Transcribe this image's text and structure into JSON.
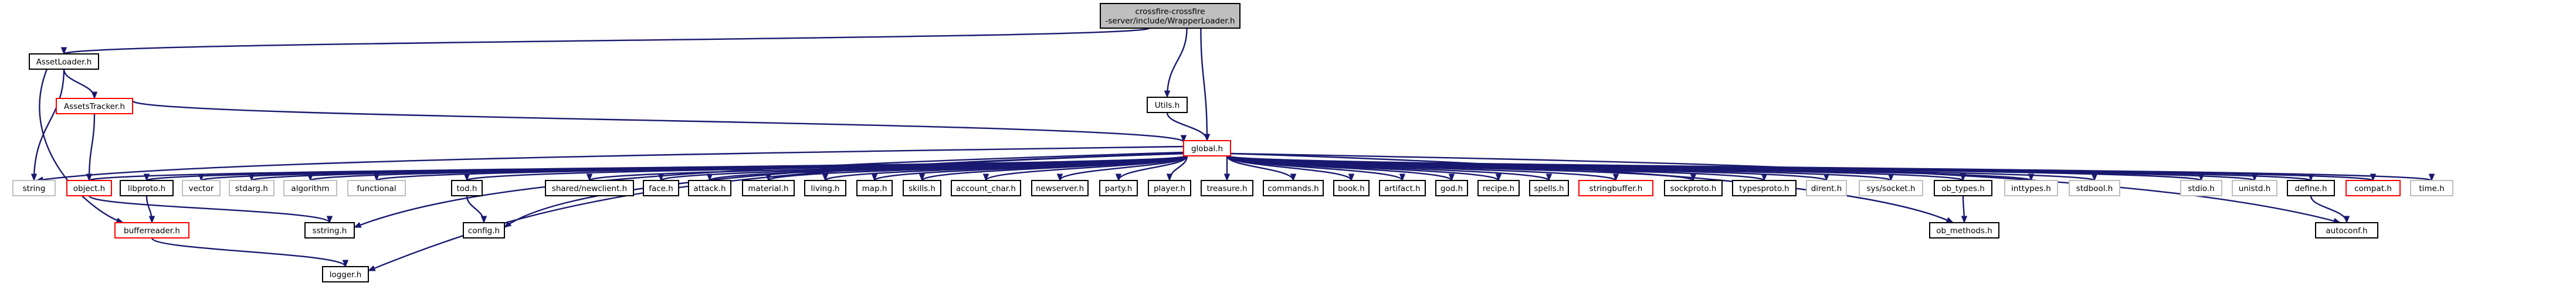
{
  "nodes": [
    {
      "id": "wrapper",
      "lines": [
        "crossfire-crossfire",
        "-server/include/WrapperLoader.h"
      ],
      "style": "root"
    },
    {
      "id": "assetloader",
      "lines": [
        "AssetLoader.h"
      ],
      "style": "plain"
    },
    {
      "id": "utils",
      "lines": [
        "Utils.h"
      ],
      "style": "plain"
    },
    {
      "id": "assetstracker",
      "lines": [
        "AssetsTracker.h"
      ],
      "style": "red"
    },
    {
      "id": "global",
      "lines": [
        "global.h"
      ],
      "style": "red"
    },
    {
      "id": "string",
      "lines": [
        "string"
      ],
      "style": "grey"
    },
    {
      "id": "object",
      "lines": [
        "object.h"
      ],
      "style": "red"
    },
    {
      "id": "libproto",
      "lines": [
        "libproto.h"
      ],
      "style": "plain"
    },
    {
      "id": "vector",
      "lines": [
        "vector"
      ],
      "style": "grey"
    },
    {
      "id": "stdarg",
      "lines": [
        "stdarg.h"
      ],
      "style": "grey"
    },
    {
      "id": "algorithm",
      "lines": [
        "algorithm"
      ],
      "style": "grey"
    },
    {
      "id": "functional",
      "lines": [
        "functional"
      ],
      "style": "grey"
    },
    {
      "id": "tod",
      "lines": [
        "tod.h"
      ],
      "style": "plain"
    },
    {
      "id": "sharednewclient",
      "lines": [
        "shared/newclient.h"
      ],
      "style": "plain"
    },
    {
      "id": "face",
      "lines": [
        "face.h"
      ],
      "style": "plain"
    },
    {
      "id": "attack",
      "lines": [
        "attack.h"
      ],
      "style": "plain"
    },
    {
      "id": "material",
      "lines": [
        "material.h"
      ],
      "style": "plain"
    },
    {
      "id": "living",
      "lines": [
        "living.h"
      ],
      "style": "plain"
    },
    {
      "id": "map",
      "lines": [
        "map.h"
      ],
      "style": "plain"
    },
    {
      "id": "skills",
      "lines": [
        "skills.h"
      ],
      "style": "plain"
    },
    {
      "id": "accountchar",
      "lines": [
        "account_char.h"
      ],
      "style": "plain"
    },
    {
      "id": "newserver",
      "lines": [
        "newserver.h"
      ],
      "style": "plain"
    },
    {
      "id": "party",
      "lines": [
        "party.h"
      ],
      "style": "plain"
    },
    {
      "id": "player",
      "lines": [
        "player.h"
      ],
      "style": "plain"
    },
    {
      "id": "treasure",
      "lines": [
        "treasure.h"
      ],
      "style": "plain"
    },
    {
      "id": "commands",
      "lines": [
        "commands.h"
      ],
      "style": "plain"
    },
    {
      "id": "book",
      "lines": [
        "book.h"
      ],
      "style": "plain"
    },
    {
      "id": "artifact",
      "lines": [
        "artifact.h"
      ],
      "style": "plain"
    },
    {
      "id": "god",
      "lines": [
        "god.h"
      ],
      "style": "plain"
    },
    {
      "id": "recipe",
      "lines": [
        "recipe.h"
      ],
      "style": "plain"
    },
    {
      "id": "spells",
      "lines": [
        "spells.h"
      ],
      "style": "plain"
    },
    {
      "id": "stringbuffer",
      "lines": [
        "stringbuffer.h"
      ],
      "style": "red"
    },
    {
      "id": "sockproto",
      "lines": [
        "sockproto.h"
      ],
      "style": "plain"
    },
    {
      "id": "typesproto",
      "lines": [
        "typesproto.h"
      ],
      "style": "plain"
    },
    {
      "id": "dirent",
      "lines": [
        "dirent.h"
      ],
      "style": "grey"
    },
    {
      "id": "syssocket",
      "lines": [
        "sys/socket.h"
      ],
      "style": "grey"
    },
    {
      "id": "obtypes",
      "lines": [
        "ob_types.h"
      ],
      "style": "plain"
    },
    {
      "id": "inttypes",
      "lines": [
        "inttypes.h"
      ],
      "style": "grey"
    },
    {
      "id": "stdbool",
      "lines": [
        "stdbool.h"
      ],
      "style": "grey"
    },
    {
      "id": "stdio",
      "lines": [
        "stdio.h"
      ],
      "style": "grey"
    },
    {
      "id": "unistd",
      "lines": [
        "unistd.h"
      ],
      "style": "grey"
    },
    {
      "id": "define",
      "lines": [
        "define.h"
      ],
      "style": "plain"
    },
    {
      "id": "compat",
      "lines": [
        "compat.h"
      ],
      "style": "red"
    },
    {
      "id": "timeh",
      "lines": [
        "time.h"
      ],
      "style": "grey"
    },
    {
      "id": "bufferreader",
      "lines": [
        "bufferreader.h"
      ],
      "style": "red"
    },
    {
      "id": "sstring",
      "lines": [
        "sstring.h"
      ],
      "style": "plain"
    },
    {
      "id": "config",
      "lines": [
        "config.h"
      ],
      "style": "plain"
    },
    {
      "id": "obmethods",
      "lines": [
        "ob_methods.h"
      ],
      "style": "plain"
    },
    {
      "id": "autoconf",
      "lines": [
        "autoconf.h"
      ],
      "style": "plain"
    },
    {
      "id": "logger",
      "lines": [
        "logger.h"
      ],
      "style": "plain"
    }
  ],
  "edges": [
    [
      "wrapper",
      "assetloader"
    ],
    [
      "wrapper",
      "utils"
    ],
    [
      "wrapper",
      "global"
    ],
    [
      "assetloader",
      "assetstracker"
    ],
    [
      "assetloader",
      "string"
    ],
    [
      "assetloader",
      "bufferreader"
    ],
    [
      "assetstracker",
      "object"
    ],
    [
      "assetstracker",
      "global"
    ],
    [
      "utils",
      "global"
    ],
    [
      "global",
      "string"
    ],
    [
      "global",
      "object"
    ],
    [
      "global",
      "libproto"
    ],
    [
      "global",
      "vector"
    ],
    [
      "global",
      "stdarg"
    ],
    [
      "global",
      "algorithm"
    ],
    [
      "global",
      "functional"
    ],
    [
      "global",
      "tod"
    ],
    [
      "global",
      "sharednewclient"
    ],
    [
      "global",
      "face"
    ],
    [
      "global",
      "attack"
    ],
    [
      "global",
      "material"
    ],
    [
      "global",
      "living"
    ],
    [
      "global",
      "map"
    ],
    [
      "global",
      "skills"
    ],
    [
      "global",
      "accountchar"
    ],
    [
      "global",
      "newserver"
    ],
    [
      "global",
      "party"
    ],
    [
      "global",
      "player"
    ],
    [
      "global",
      "treasure"
    ],
    [
      "global",
      "commands"
    ],
    [
      "global",
      "book"
    ],
    [
      "global",
      "artifact"
    ],
    [
      "global",
      "god"
    ],
    [
      "global",
      "recipe"
    ],
    [
      "global",
      "spells"
    ],
    [
      "global",
      "stringbuffer"
    ],
    [
      "global",
      "sockproto"
    ],
    [
      "global",
      "typesproto"
    ],
    [
      "global",
      "dirent"
    ],
    [
      "global",
      "syssocket"
    ],
    [
      "global",
      "obtypes"
    ],
    [
      "global",
      "inttypes"
    ],
    [
      "global",
      "stdbool"
    ],
    [
      "global",
      "stdio"
    ],
    [
      "global",
      "unistd"
    ],
    [
      "global",
      "define"
    ],
    [
      "global",
      "compat"
    ],
    [
      "global",
      "timeh"
    ],
    [
      "global",
      "sstring"
    ],
    [
      "global",
      "config"
    ],
    [
      "global",
      "logger"
    ],
    [
      "global",
      "obmethods"
    ],
    [
      "global",
      "autoconf"
    ],
    [
      "object",
      "sstring"
    ],
    [
      "libproto",
      "bufferreader"
    ],
    [
      "tod",
      "config"
    ],
    [
      "bufferreader",
      "logger"
    ],
    [
      "obtypes",
      "obmethods"
    ],
    [
      "define",
      "autoconf"
    ]
  ],
  "colors": {
    "edge": "#191970",
    "box_border_plain": "#000000",
    "box_border_red": "#ff0000",
    "box_border_grey": "#bfbfbf",
    "root_fill": "#bfbfbf",
    "fill": "#ffffff",
    "text": "#000000"
  }
}
